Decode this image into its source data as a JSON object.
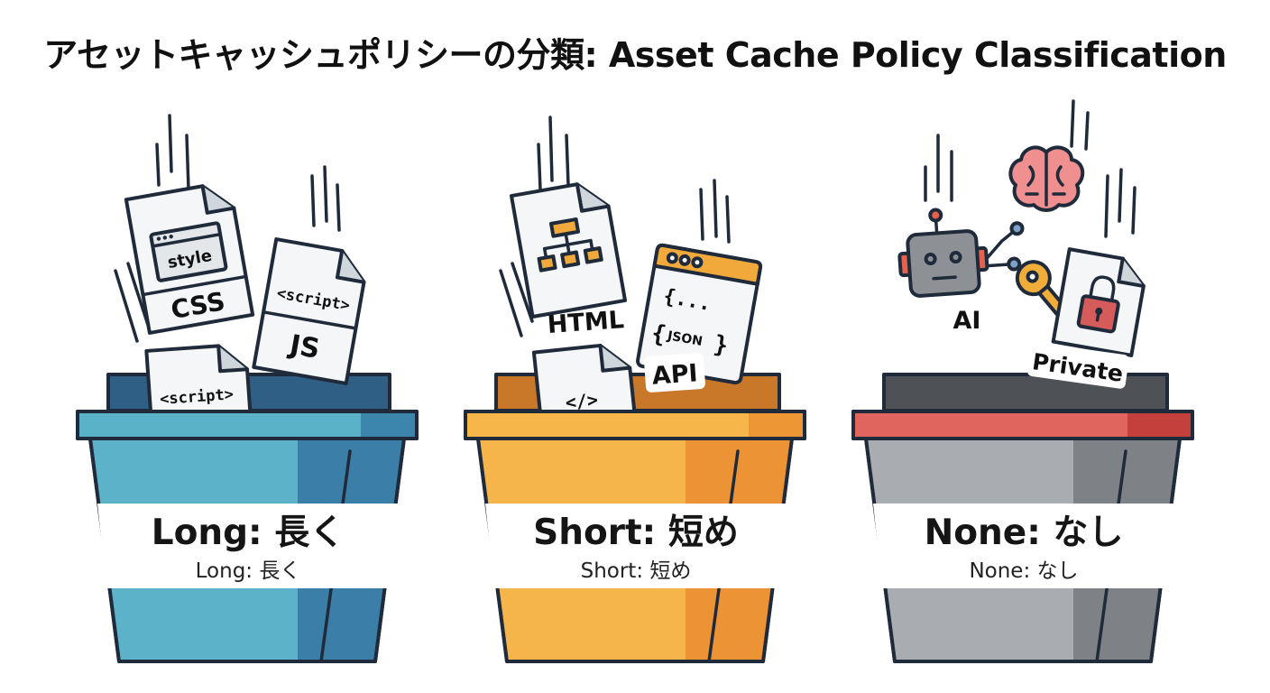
{
  "title": "アセットキャッシュポリシーの分類: Asset Cache Policy Classification",
  "colors": {
    "outline": "#1f2a3a",
    "bin_blue": "#3f86b0",
    "bin_orange": "#f1a23c",
    "bin_gray": "#8c8f93",
    "rim_red": "#d1504c",
    "doc_white": "#f5f6f7",
    "accent_orange": "#f2a93b",
    "key_gold": "#f1ad3a",
    "lock_red": "#d65c5c",
    "brain_pink": "#ef8c8c"
  },
  "bins": [
    {
      "id": "long",
      "label": "Long: 長く",
      "sublabel": "Long: 長く",
      "items": [
        {
          "icon": "css-file-icon",
          "window_text": "style",
          "caption": "CSS"
        },
        {
          "icon": "js-file-icon",
          "window_text": "<script>",
          "caption": "JS"
        },
        {
          "icon": "script-file-icon",
          "window_text": "<script>"
        }
      ]
    },
    {
      "id": "short",
      "label": "Short: 短め",
      "sublabel": "Short: 短め",
      "items": [
        {
          "icon": "html-file-icon",
          "caption": "HTML"
        },
        {
          "icon": "api-json-window-icon",
          "line1": "{...",
          "line2": "JSON",
          "caption": "API"
        },
        {
          "icon": "code-file-icon",
          "window_text": "</>"
        }
      ]
    },
    {
      "id": "none",
      "label": "None: なし",
      "sublabel": "None: なし",
      "items": [
        {
          "icon": "robot-icon",
          "caption": "AI"
        },
        {
          "icon": "brain-icon"
        },
        {
          "icon": "key-icon"
        },
        {
          "icon": "locked-file-icon",
          "caption": "Private"
        }
      ]
    }
  ]
}
